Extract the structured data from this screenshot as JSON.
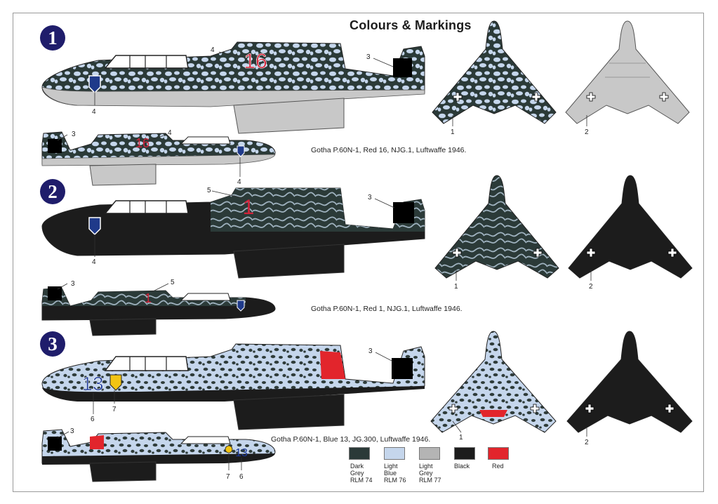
{
  "title": "Colours & Markings",
  "schemes": [
    {
      "badge": "1",
      "caption": "Gotha P.60N-1, Red 16, NJG.1, Luftwaffe 1946.",
      "code": "16",
      "codeColor": "#d2233a"
    },
    {
      "badge": "2",
      "caption": "Gotha P.60N-1, Red 1, NJG.1, Luftwaffe 1946.",
      "code": "1",
      "codeColor": "#d2233a"
    },
    {
      "badge": "3",
      "caption": "Gotha P.60N-1, Blue 13, JG.300, Luftwaffe 1946.",
      "code": "13",
      "codeColor": "#1d3a9a"
    }
  ],
  "callouts": {
    "c1": "4",
    "c2": "3",
    "c3": "4",
    "c4": "3",
    "c5": "4",
    "c6": "4",
    "c7": "5",
    "c8": "3",
    "c9": "4",
    "c10": "3",
    "c11": "5",
    "c12": "3",
    "c13": "6",
    "c14": "7",
    "c15": "3",
    "c16": "7",
    "c17": "6",
    "p1": "1",
    "p2": "2",
    "p3": "1",
    "p4": "2",
    "p5": "1",
    "p6": "2"
  },
  "legend": [
    {
      "label": "Dark\nGrey\nRLM 74",
      "color": "#2b3a38"
    },
    {
      "label": "Light\nBlue\nRLM 76",
      "color": "#c5d6ec"
    },
    {
      "label": "Light\nGrey\nRLM 77",
      "color": "#b4b4b4"
    },
    {
      "label": "Black",
      "color": "#1c1c1c"
    },
    {
      "label": "Red",
      "color": "#e2252c"
    }
  ],
  "colors": {
    "darkGrey": "#2b3a38",
    "lightBlue": "#c5d6ec",
    "lightGrey": "#c8c8c8",
    "black": "#1c1c1c",
    "red": "#e2252c",
    "badge": "#1f1d6b"
  }
}
